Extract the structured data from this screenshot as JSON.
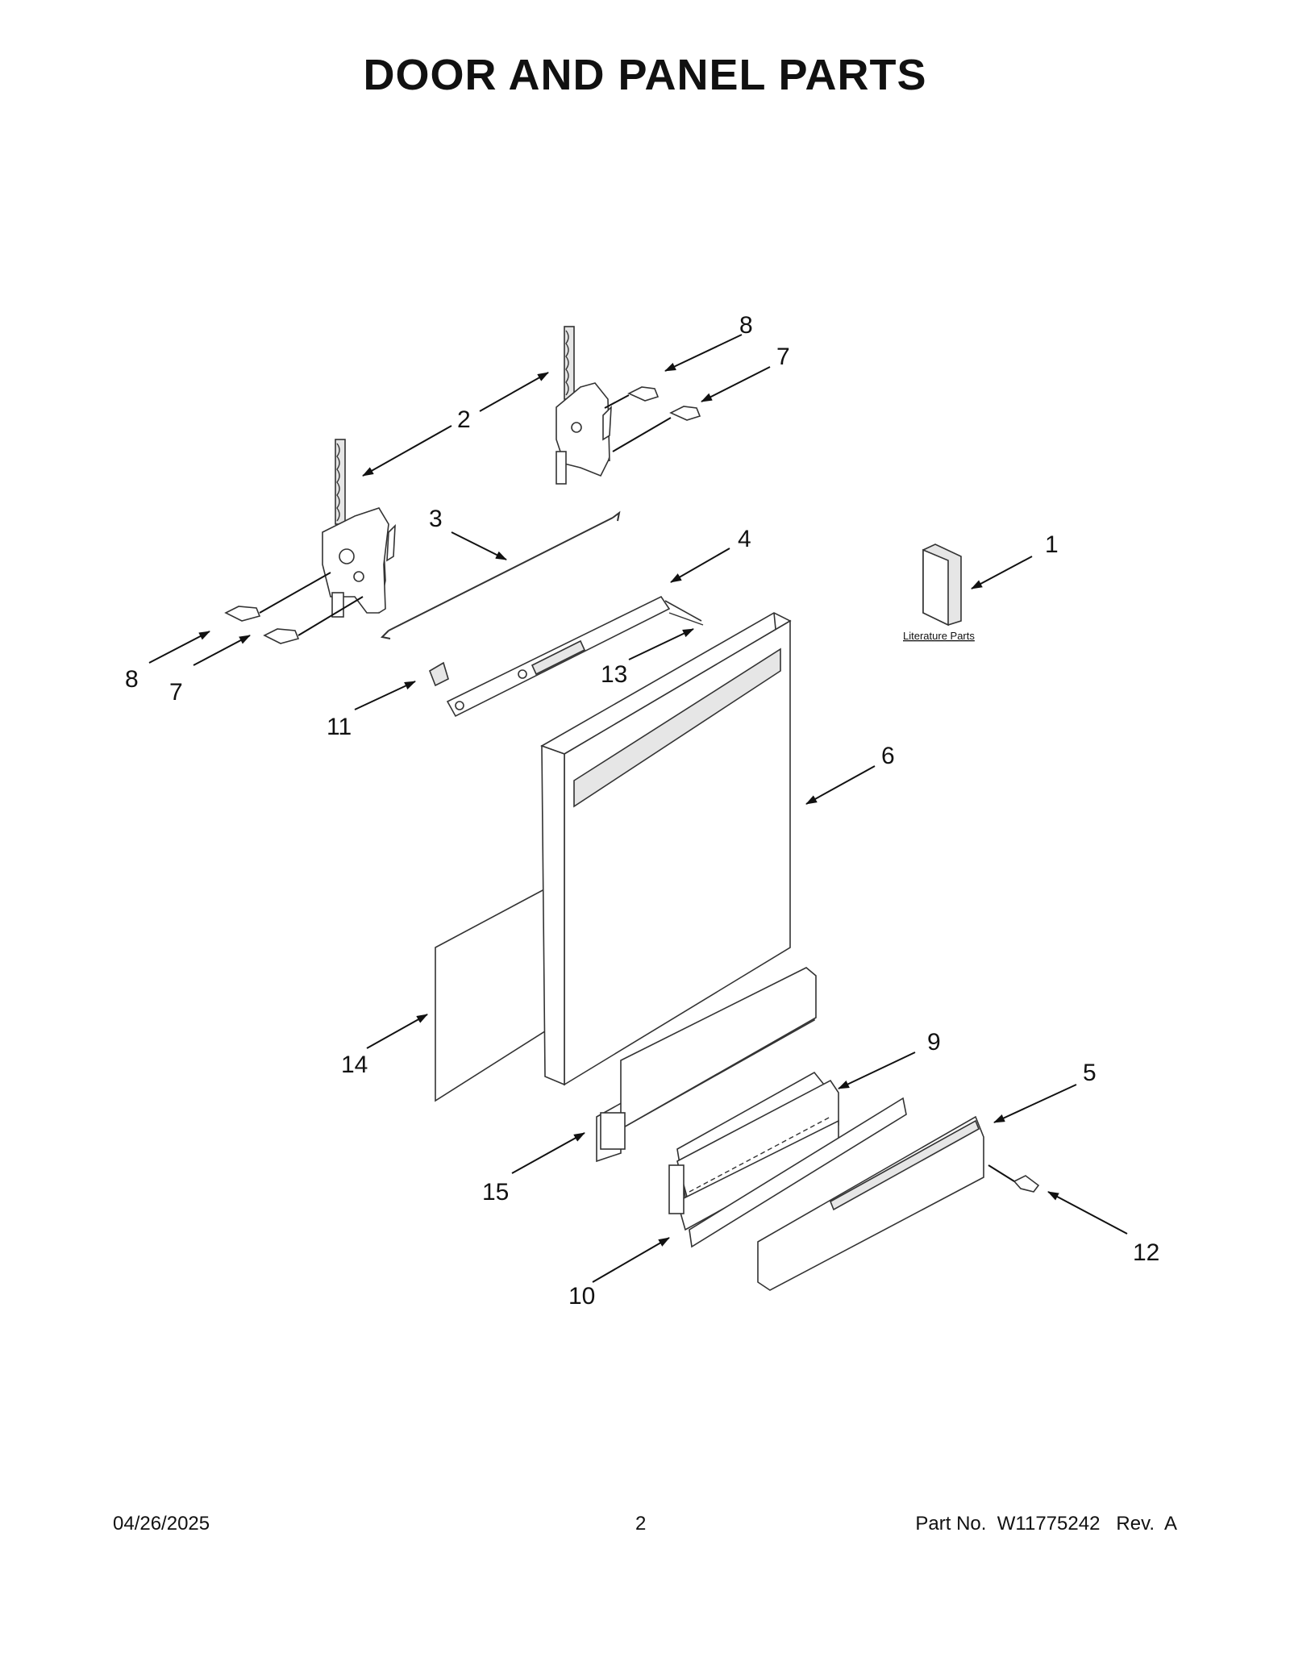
{
  "title": "DOOR AND PANEL PARTS",
  "callouts": [
    {
      "id": "c1",
      "label": "1"
    },
    {
      "id": "c2",
      "label": "2"
    },
    {
      "id": "c3",
      "label": "3"
    },
    {
      "id": "c4",
      "label": "4"
    },
    {
      "id": "c5",
      "label": "5"
    },
    {
      "id": "c6",
      "label": "6"
    },
    {
      "id": "c7a",
      "label": "7"
    },
    {
      "id": "c7b",
      "label": "7"
    },
    {
      "id": "c8a",
      "label": "8"
    },
    {
      "id": "c8b",
      "label": "8"
    },
    {
      "id": "c9",
      "label": "9"
    },
    {
      "id": "c10",
      "label": "10"
    },
    {
      "id": "c11",
      "label": "11"
    },
    {
      "id": "c12",
      "label": "12"
    },
    {
      "id": "c13",
      "label": "13"
    },
    {
      "id": "c14",
      "label": "14"
    },
    {
      "id": "c15",
      "label": "15"
    }
  ],
  "literature_label": "Literature Parts",
  "footer": {
    "date": "04/26/2025",
    "page": "2",
    "part_no": "Part No.  W11775242   Rev.  A"
  }
}
